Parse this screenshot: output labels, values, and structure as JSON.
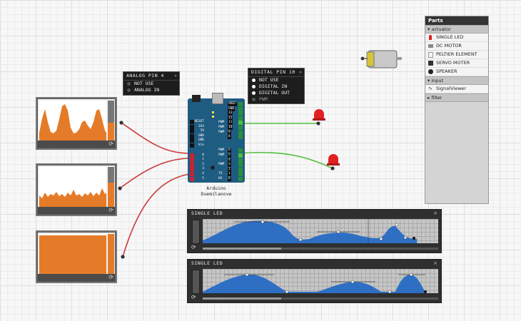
{
  "popups": {
    "analog": {
      "title": "ANALOG PIN 4",
      "close": "×",
      "options": [
        {
          "label": "NOT USE",
          "selected": false
        },
        {
          "label": "ANALOG IN",
          "selected": false
        }
      ]
    },
    "digital": {
      "title": "DIGITAL PIN 10",
      "close": "×",
      "options": [
        {
          "label": "NOT USE",
          "selected": false
        },
        {
          "label": "DIGITAL IN",
          "selected": false
        },
        {
          "label": "DIGITAL OUT",
          "selected": false
        },
        {
          "label": "PWM",
          "selected": false
        }
      ]
    }
  },
  "arduino": {
    "name_line1": "Arduino",
    "name_line2": "Duemilanove",
    "left_pins": [
      "RESET",
      "3V3",
      "5V",
      "GND",
      "GND",
      "Vin",
      "0",
      "1",
      "2",
      "3",
      "4",
      "5"
    ],
    "right_pins": [
      {
        "prefix": "",
        "num": "AREF"
      },
      {
        "prefix": "",
        "num": "GND"
      },
      {
        "prefix": "",
        "num": "13"
      },
      {
        "prefix": "",
        "num": "12"
      },
      {
        "prefix": "PWM",
        "num": "11"
      },
      {
        "prefix": "PWM",
        "num": "10"
      },
      {
        "prefix": "PWM",
        "num": "9"
      },
      {
        "prefix": "",
        "num": "8"
      },
      {
        "prefix": "",
        "num": ""
      },
      {
        "prefix": "PWM",
        "num": "6"
      },
      {
        "prefix": "PWM",
        "num": "5"
      },
      {
        "prefix": "",
        "num": "4"
      },
      {
        "prefix": "PWM",
        "num": "3"
      },
      {
        "prefix": "",
        "num": "2"
      },
      {
        "prefix": "TX",
        "num": "1"
      },
      {
        "prefix": "RX",
        "num": "0"
      }
    ]
  },
  "signal_viewers": [
    {
      "level": 0.45,
      "refresh_icon": "refresh-icon"
    },
    {
      "level": 0.6,
      "refresh_icon": "refresh-icon"
    },
    {
      "level": 1.0,
      "refresh_icon": "refresh-icon"
    }
  ],
  "parts": {
    "title": "Parts",
    "categories": [
      {
        "label": "actuator",
        "expanded": true,
        "items": [
          {
            "label": "SINGLE LED",
            "icon": "led-icon"
          },
          {
            "label": "DC MOTOR",
            "icon": "motor-icon"
          },
          {
            "label": "PELTIER ELEMENT",
            "icon": "peltier-icon"
          },
          {
            "label": "SERVO MOTER",
            "icon": "servo-icon"
          },
          {
            "label": "SPEAKER",
            "icon": "speaker-icon"
          }
        ]
      },
      {
        "label": "input",
        "expanded": true,
        "items": [
          {
            "label": "SignalViewer",
            "icon": "signal-viewer-icon"
          }
        ]
      },
      {
        "label": "filter",
        "expanded": false,
        "items": []
      }
    ]
  },
  "led_panels": [
    {
      "title": "SINGLE LED",
      "close": "×",
      "level": 0.1
    },
    {
      "title": "SINGLE LED",
      "close": "×",
      "level": 0.1
    }
  ],
  "colors": {
    "signal_fill": "#e57b28",
    "analog_wire": "#cc3b3b",
    "digital_wire": "#4fbf3a",
    "led_curve": "#2e6fc4",
    "board": "#1f5c82",
    "led_red": "#e02020"
  }
}
